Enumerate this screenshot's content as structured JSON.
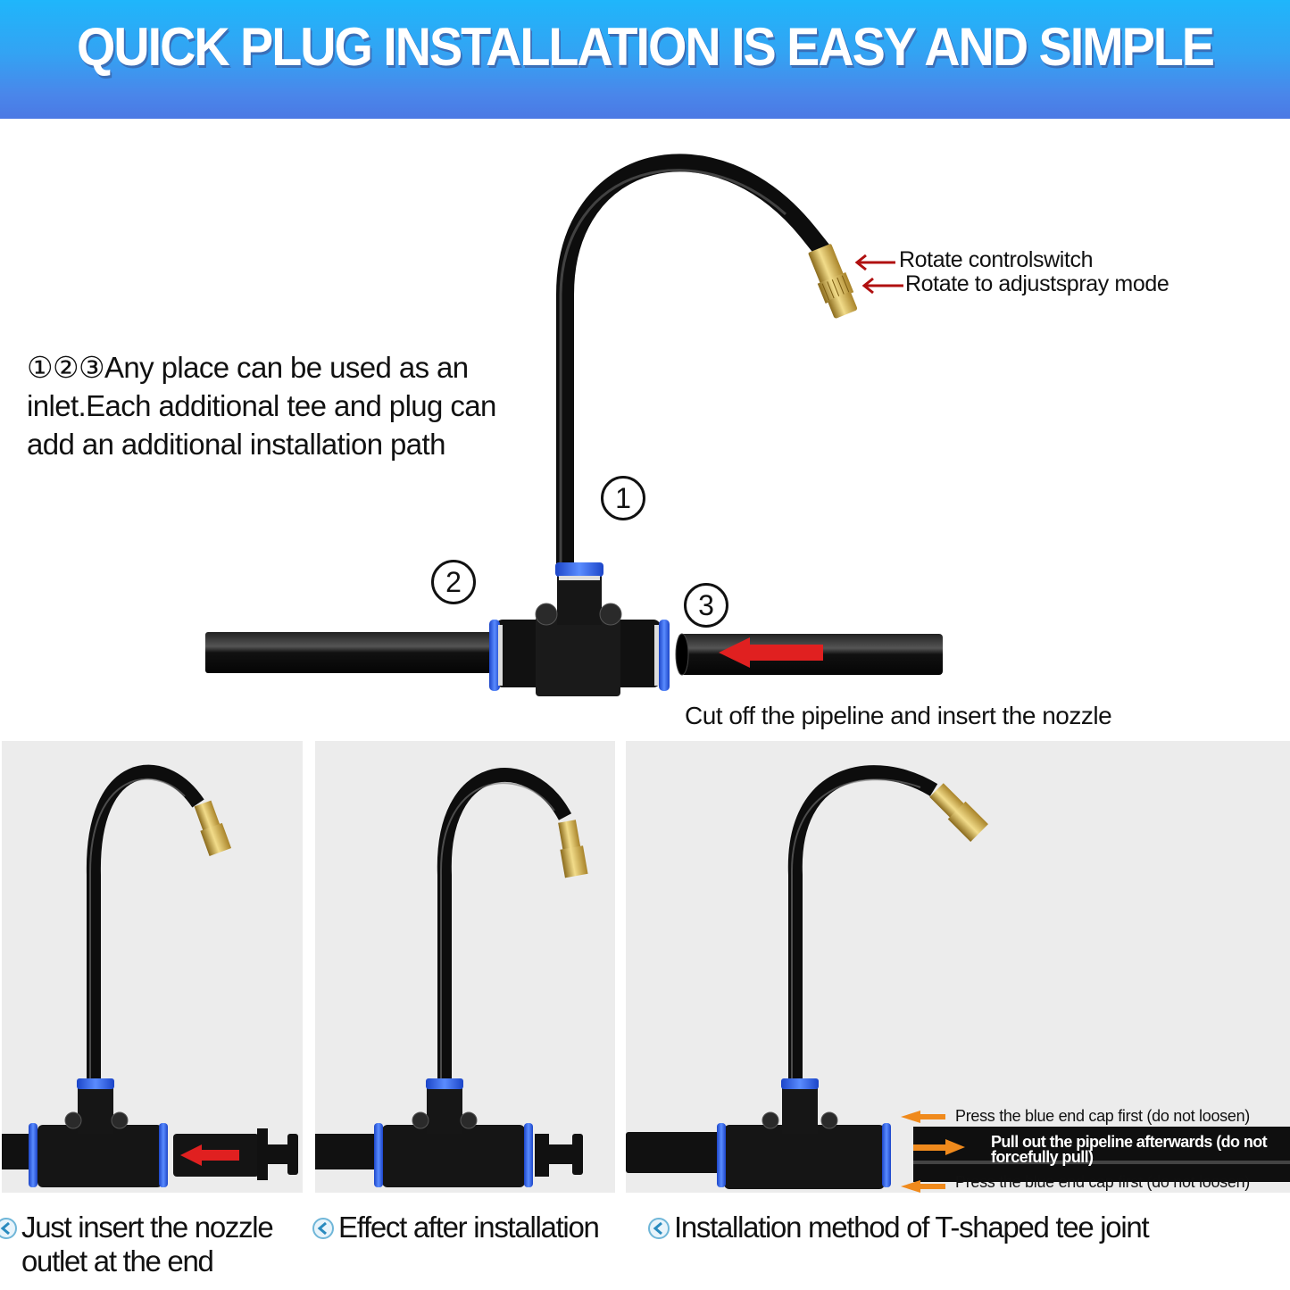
{
  "banner": {
    "title": "QUICK PLUG INSTALLATION IS EASY AND SIMPLE",
    "gradient_top": "#1fb6fb",
    "gradient_bottom": "#4b79e4"
  },
  "hero": {
    "intro_lines": [
      "①②③Any place can be used as an",
      "inlet.Each additional tee and plug can",
      "add an additional installation path"
    ],
    "nozzle_annotations": [
      "Rotate controlswitch",
      "Rotate to adjustspray mode"
    ],
    "step_numbers": [
      "1",
      "2",
      "3"
    ],
    "cut_caption": "Cut off the pipeline and insert the nozzle",
    "arrow_color": "#e02020",
    "annotation_arrow_color": "#b01010"
  },
  "panels": [
    {
      "id": "insert-nozzle",
      "caption_lines": [
        "Just insert the nozzle",
        "outlet at the end"
      ],
      "icon": "chevron-left-circle-icon"
    },
    {
      "id": "after-installation",
      "caption_lines": [
        "Effect after installation"
      ],
      "icon": "chevron-left-circle-icon"
    },
    {
      "id": "tee-joint-method",
      "caption_lines": [
        "Installation method of T-shaped tee joint"
      ],
      "icon": "chevron-left-circle-icon",
      "notes": {
        "top": "Press the blue end cap first (do not loosen)",
        "middle_line1": "Pull out the pipeline afterwards (do not",
        "middle_line2": "forcefully pull)",
        "bottom": "Press the blue end cap first (do not loosen)"
      },
      "note_arrow_color": "#f08a1c"
    }
  ],
  "colors": {
    "fitting_blue": "#2f62e0",
    "brass": "#c9a13a",
    "tube_black": "#0d0d0d",
    "panel_bg": "#ececec"
  }
}
